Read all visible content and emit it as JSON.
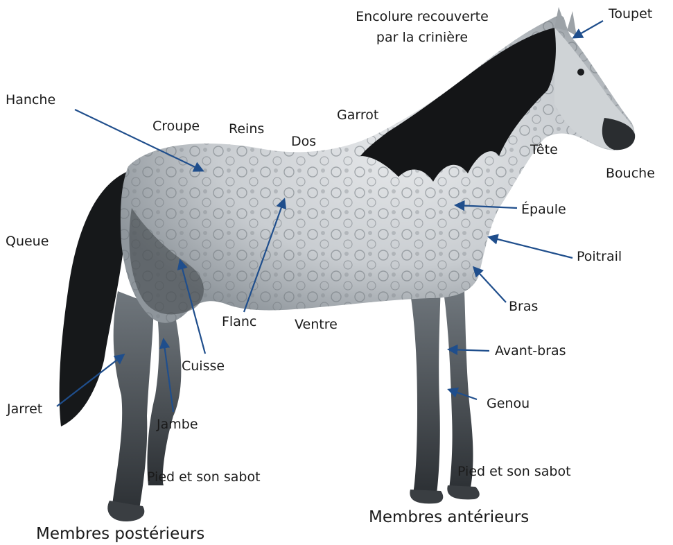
{
  "diagram": {
    "arrow_color": "#1f4e8c",
    "labels": {
      "encolure_line1": "Encolure recouverte",
      "encolure_line2": "par la crinière",
      "toupet": "Toupet",
      "hanche": "Hanche",
      "croupe": "Croupe",
      "reins": "Reins",
      "dos": "Dos",
      "garrot": "Garrot",
      "tete": "Tête",
      "bouche": "Bouche",
      "epaule": "Épaule",
      "queue": "Queue",
      "poitrail": "Poitrail",
      "bras": "Bras",
      "flanc": "Flanc",
      "ventre": "Ventre",
      "avant_bras": "Avant-bras",
      "cuisse": "Cuisse",
      "jarret": "Jarret",
      "genou": "Genou",
      "jambe": "Jambe",
      "pied_arriere": "Pied et son sabot",
      "pied_avant": "Pied et son sabot",
      "membres_anterieurs": "Membres antérieurs",
      "membres_posterieurs": "Membres postérieurs"
    }
  }
}
